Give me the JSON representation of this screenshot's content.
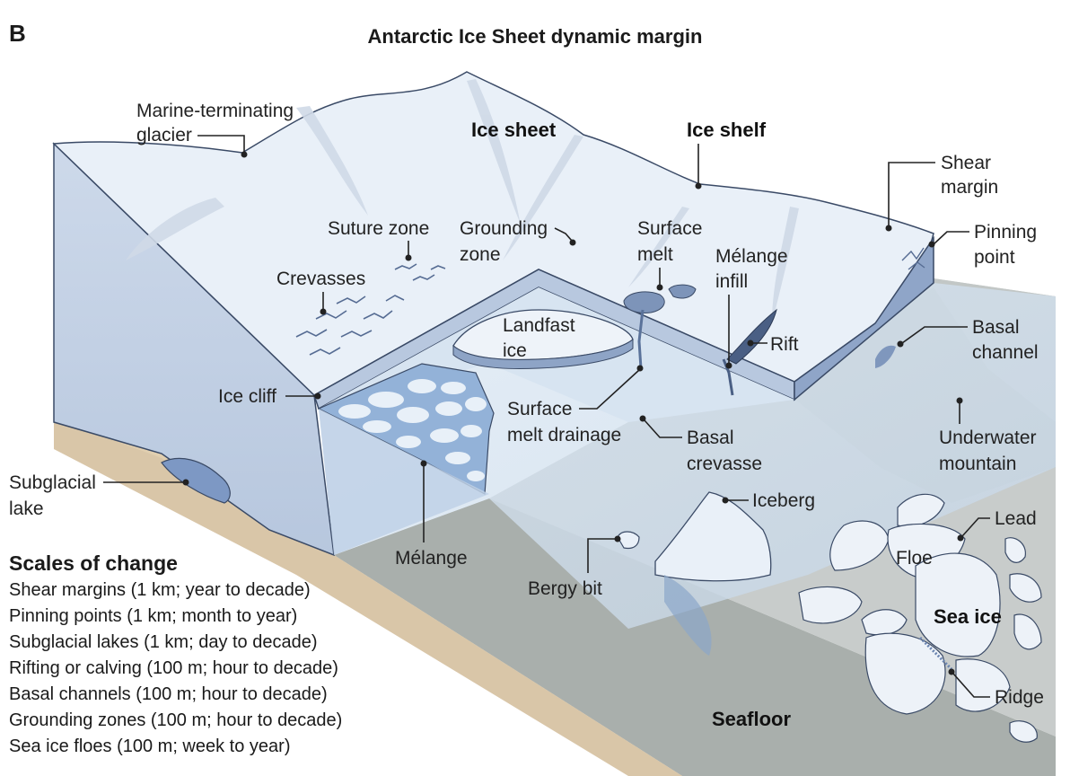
{
  "panel_letter": "B",
  "title": "Antarctic Ice Sheet dynamic margin",
  "labels": {
    "marine_glacier_1": "Marine-terminating",
    "marine_glacier_2": "glacier",
    "ice_sheet": "Ice sheet",
    "ice_shelf": "Ice shelf",
    "shear_margin_1": "Shear",
    "shear_margin_2": "margin",
    "pinning_point_1": "Pinning",
    "pinning_point_2": "point",
    "suture_zone": "Suture zone",
    "grounding_zone_1": "Grounding",
    "grounding_zone_2": "zone",
    "surface_melt_1": "Surface",
    "surface_melt_2": "melt",
    "melange_infill_1": "Mélange",
    "melange_infill_2": "infill",
    "crevasses": "Crevasses",
    "landfast_ice_1": "Landfast",
    "landfast_ice_2": "ice",
    "rift": "Rift",
    "basal_channel_1": "Basal",
    "basal_channel_2": "channel",
    "ice_cliff": "Ice cliff",
    "surface_melt_drainage_1": "Surface",
    "surface_melt_drainage_2": "melt drainage",
    "basal_crevasse_1": "Basal",
    "basal_crevasse_2": "crevasse",
    "underwater_mountain_1": "Underwater",
    "underwater_mountain_2": "mountain",
    "subglacial_lake_1": "Subglacial",
    "subglacial_lake_2": "lake",
    "iceberg": "Iceberg",
    "lead": "Lead",
    "floe": "Floe",
    "melange": "Mélange",
    "bergy_bit": "Bergy bit",
    "sea_ice": "Sea ice",
    "ridge": "Ridge",
    "seafloor": "Seafloor"
  },
  "scales": {
    "heading": "Scales of change",
    "items": [
      "Shear margins (1 km; year to decade)",
      "Pinning points (1 km; month to year)",
      "Subglacial lakes (1 km; day to decade)",
      "Rifting or calving (100 m; hour to decade)",
      "Basal channels (100 m; hour to decade)",
      "Grounding zones (100 m; hour to decade)",
      "Sea ice floes (100 m; week to year)"
    ]
  },
  "colors": {
    "ice_surface": "#e8eff7",
    "ice_side": "#c4d3e6",
    "ice_dark": "#7f97bd",
    "water": "#d3e1ef",
    "seafloor": "#a7adaa",
    "seafloor_far": "#c9cdcb",
    "bedrock": "#d9c6a8"
  }
}
